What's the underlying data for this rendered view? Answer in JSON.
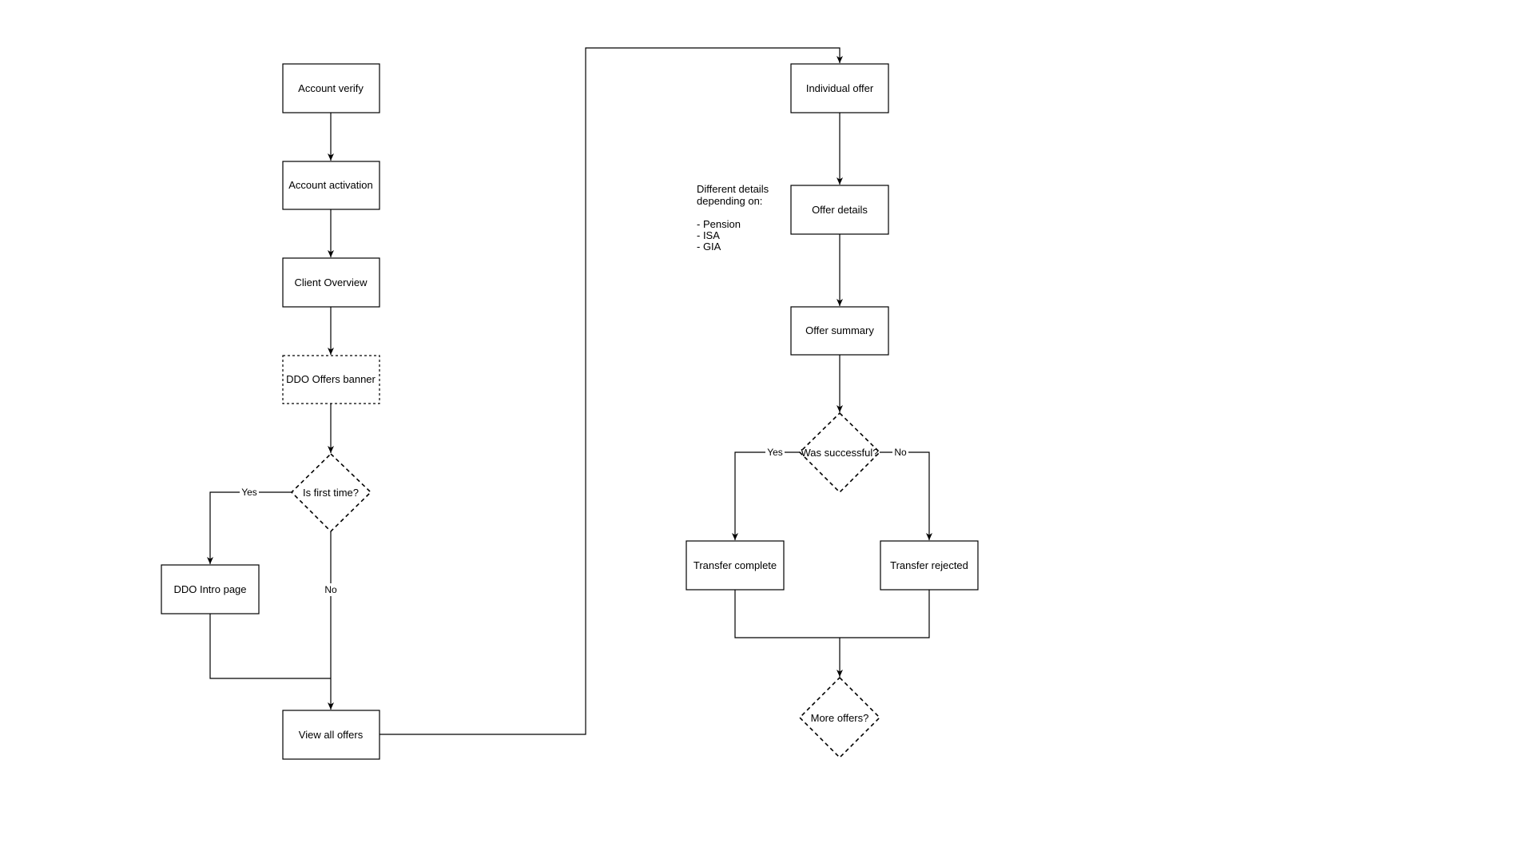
{
  "diagram": {
    "colors": {
      "stroke": "#000000",
      "fill": "#ffffff",
      "text": "#000000"
    },
    "nodes": {
      "account_verify": "Account verify",
      "account_activation": "Account activation",
      "client_overview": "Client Overview",
      "ddo_offers_banner": "DDO Offers banner",
      "is_first_time": "Is first time?",
      "ddo_intro_page": "DDO Intro page",
      "view_all_offers": "View all offers",
      "individual_offer": "Individual offer",
      "offer_details": "Offer details",
      "offer_summary": "Offer summary",
      "was_successful": "Was successful?",
      "transfer_complete": "Transfer complete",
      "transfer_rejected": "Transfer rejected",
      "more_offers": "More offers?"
    },
    "edge_labels": {
      "first_yes": "Yes",
      "first_no": "No",
      "success_yes": "Yes",
      "success_no": "No"
    },
    "note": {
      "line1": "Different details",
      "line2": "depending on:",
      "items": [
        "- Pension",
        "- ISA",
        "- GIA"
      ]
    }
  }
}
